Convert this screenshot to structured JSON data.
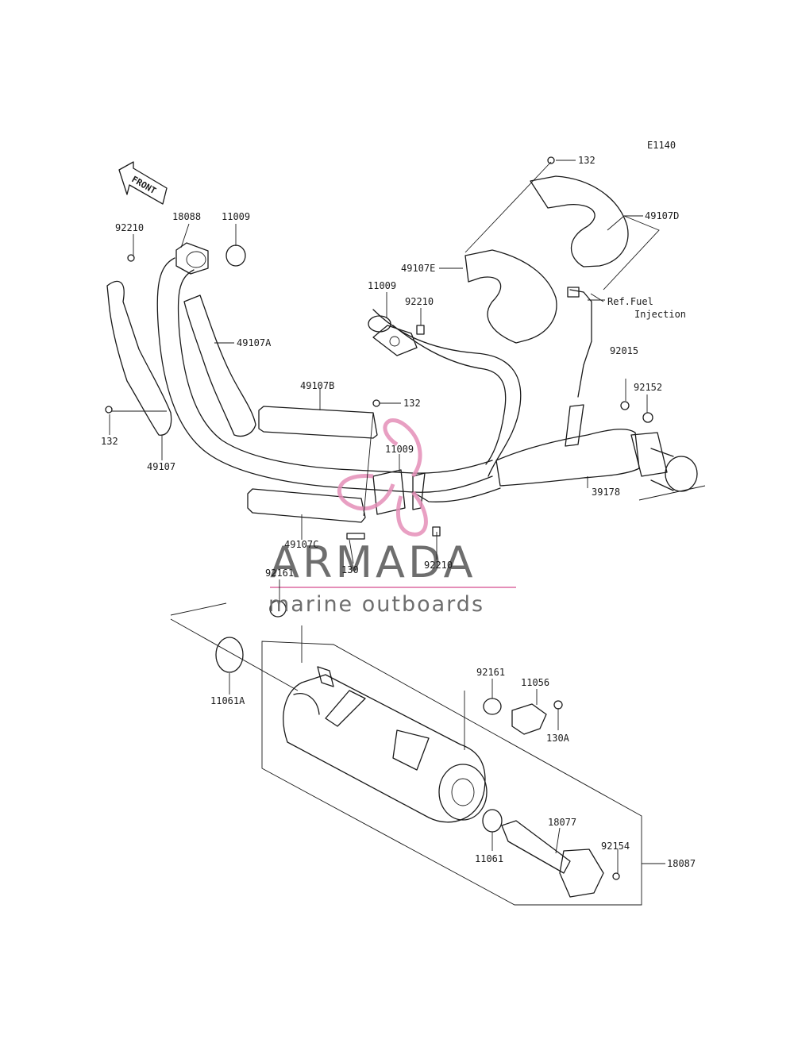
{
  "diagram": {
    "code": "E1140",
    "front_label": "FRONT",
    "ref_note_line1": "Ref.Fuel",
    "ref_note_line2": "Injection",
    "parts": [
      {
        "id": "132_top",
        "label": "132"
      },
      {
        "id": "49107D",
        "label": "49107D"
      },
      {
        "id": "49107E",
        "label": "49107E"
      },
      {
        "id": "11009_mid",
        "label": "11009"
      },
      {
        "id": "92210_mid",
        "label": "92210"
      },
      {
        "id": "92210_left",
        "label": "92210"
      },
      {
        "id": "18088",
        "label": "18088"
      },
      {
        "id": "11009_left",
        "label": "11009"
      },
      {
        "id": "49107A",
        "label": "49107A"
      },
      {
        "id": "49107B",
        "label": "49107B"
      },
      {
        "id": "132_mid",
        "label": "132"
      },
      {
        "id": "132_left",
        "label": "132"
      },
      {
        "id": "49107",
        "label": "49107"
      },
      {
        "id": "11009_center",
        "label": "11009"
      },
      {
        "id": "92015",
        "label": "92015"
      },
      {
        "id": "92152",
        "label": "92152"
      },
      {
        "id": "39178",
        "label": "39178"
      },
      {
        "id": "49107C",
        "label": "49107C"
      },
      {
        "id": "130",
        "label": "130"
      },
      {
        "id": "92210_low",
        "label": "92210"
      },
      {
        "id": "92161_top",
        "label": "92161"
      },
      {
        "id": "11061A",
        "label": "11061A"
      },
      {
        "id": "92161_right",
        "label": "92161"
      },
      {
        "id": "11056",
        "label": "11056"
      },
      {
        "id": "130A",
        "label": "130A"
      },
      {
        "id": "11061",
        "label": "11061"
      },
      {
        "id": "18077",
        "label": "18077"
      },
      {
        "id": "92154",
        "label": "92154"
      },
      {
        "id": "18087",
        "label": "18087"
      }
    ]
  },
  "watermark": {
    "title": "ARMADA",
    "subtitle": "marine outboards",
    "logo_color": "#e58fb8",
    "text_color": "#6e6e6e"
  }
}
